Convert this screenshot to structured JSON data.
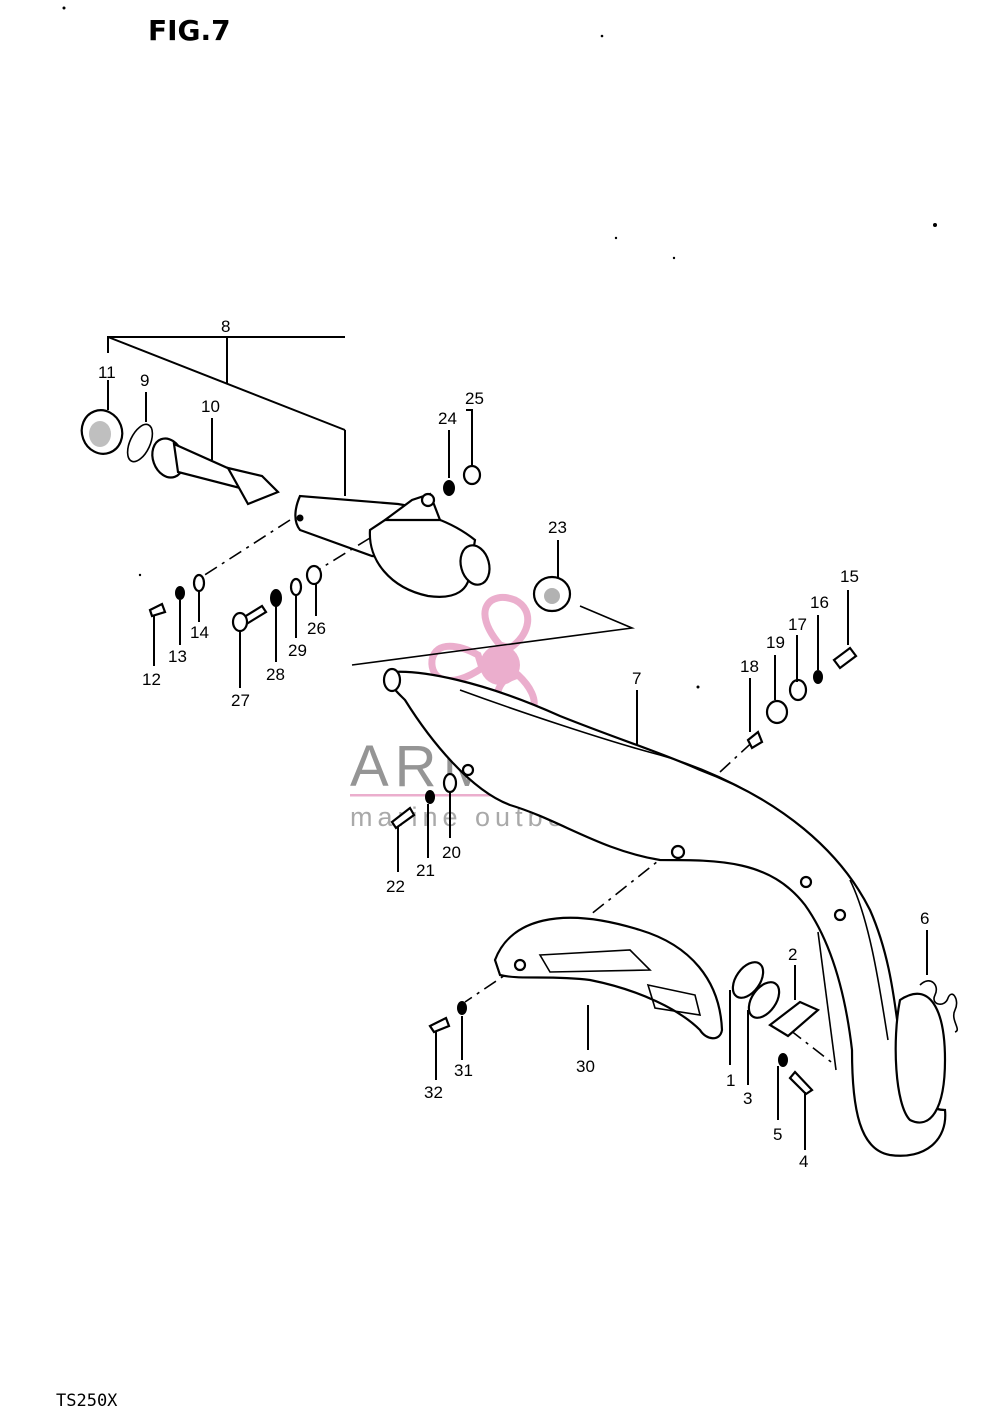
{
  "figure": {
    "title": "FIG.7",
    "model": "TS250X"
  },
  "watermark": {
    "brand": "ARMADA",
    "subtitle": "marine outboards",
    "color": "#e9a6c8"
  },
  "callouts": {
    "c1": "1",
    "c2": "2",
    "c3": "3",
    "c4": "4",
    "c5": "5",
    "c6": "6",
    "c7": "7",
    "c8": "8",
    "c9": "9",
    "c10": "10",
    "c11": "11",
    "c12": "12",
    "c13": "13",
    "c14": "14",
    "c15": "15",
    "c16": "16",
    "c17": "17",
    "c18": "18",
    "c19": "19",
    "c20": "20",
    "c21": "21",
    "c22": "22",
    "c23": "23",
    "c24": "24",
    "c25": "25",
    "c26": "26",
    "c27": "27",
    "c28": "28",
    "c29": "29",
    "c30": "30",
    "c31": "31",
    "c32": "32"
  }
}
